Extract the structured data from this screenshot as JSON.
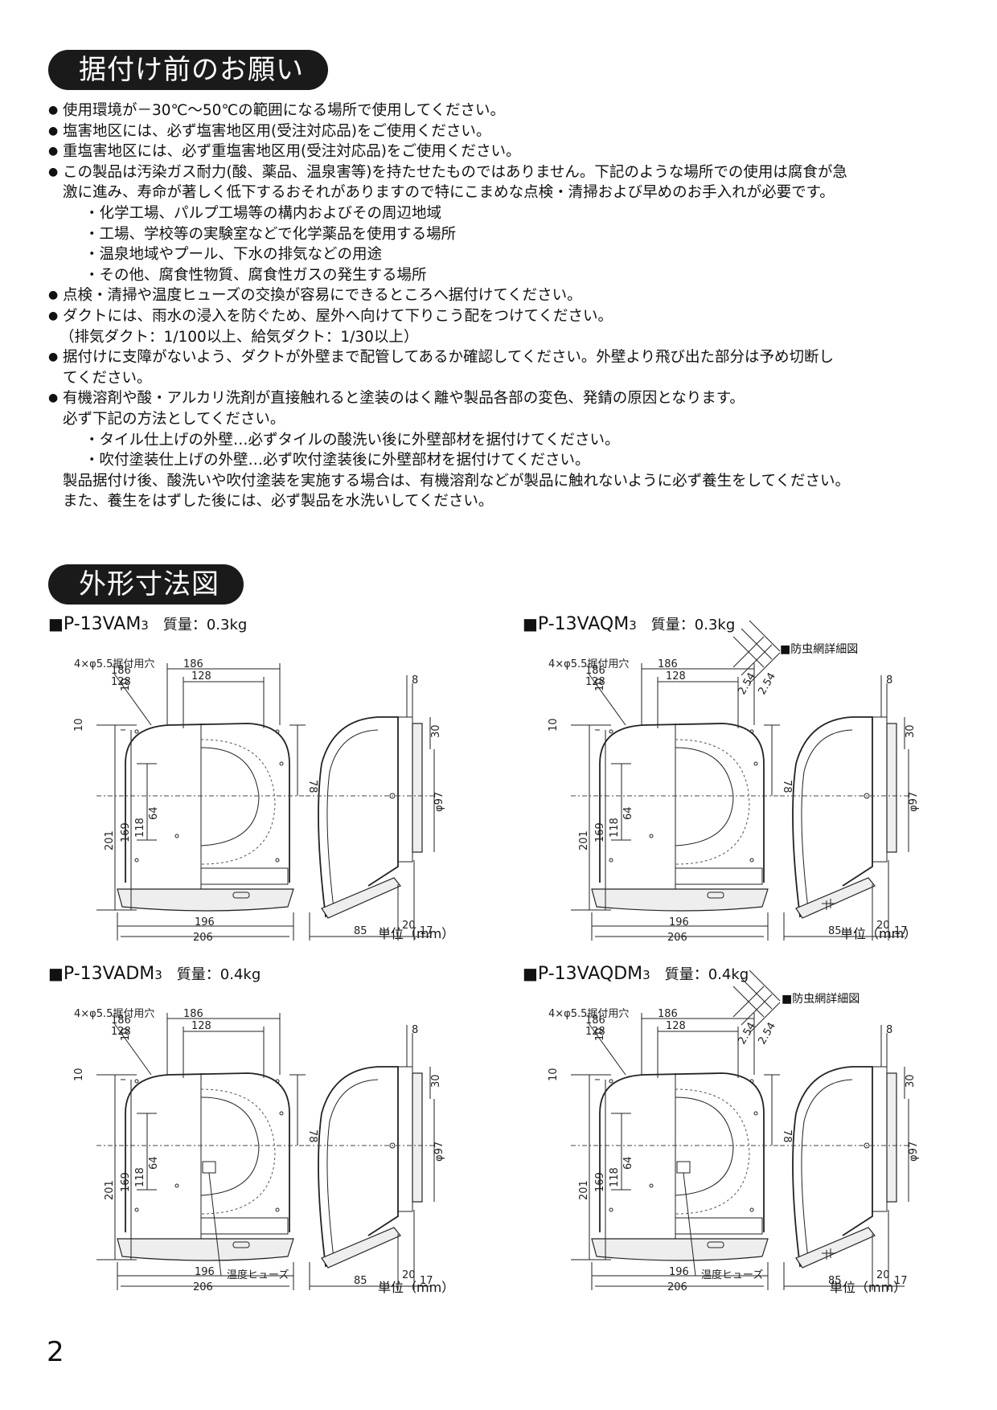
{
  "section1": {
    "title": "据付け前のお願い"
  },
  "notes": [
    {
      "cls": "b",
      "text": "使用環境が－30℃～50℃の範囲になる場所で使用してください。"
    },
    {
      "cls": "b",
      "text": "塩害地区には、必ず塩害地区用(受注対応品)をご使用ください。"
    },
    {
      "cls": "b",
      "text": "重塩害地区には、必ず重塩害地区用(受注対応品)をご使用ください。"
    },
    {
      "cls": "b",
      "text": "この製品は汚染ガス耐力(酸、薬品、温泉害等)を持たせたものではありません。下記のような場所での使用は腐食が急"
    },
    {
      "cls": "c",
      "text": "激に進み、寿命が著しく低下するおそれがありますので特にこまめな点検・清掃および早めのお手入れが必要です。"
    },
    {
      "cls": "s",
      "text": "・化学工場、パルプ工場等の構内およびその周辺地域"
    },
    {
      "cls": "s",
      "text": "・工場、学校等の実験室などで化学薬品を使用する場所"
    },
    {
      "cls": "s",
      "text": "・温泉地域やプール、下水の排気などの用途"
    },
    {
      "cls": "s",
      "text": "・その他、腐食性物質、腐食性ガスの発生する場所"
    },
    {
      "cls": "b",
      "text": "点検・清掃や温度ヒューズの交換が容易にできるところへ据付けてください。"
    },
    {
      "cls": "b",
      "text": "ダクトには、雨水の浸入を防ぐため、屋外へ向けて下りこう配をつけてください。"
    },
    {
      "cls": "p",
      "text": "（排気ダクト：1/100以上、給気ダクト：1/30以上）"
    },
    {
      "cls": "b",
      "text": "据付けに支障がないよう、ダクトが外壁まで配管してあるか確認してください。外壁より飛び出た部分は予め切断し"
    },
    {
      "cls": "c",
      "text": "てください。"
    },
    {
      "cls": "b",
      "text": "有機溶剤や酸・アルカリ洗剤が直接触れると塗装のはく離や製品各部の変色、発錆の原因となります。"
    },
    {
      "cls": "c",
      "text": "必ず下記の方法としてください。"
    },
    {
      "cls": "s",
      "text": "・タイル仕上げの外壁…必ずタイルの酸洗い後に外壁部材を据付けてください。"
    },
    {
      "cls": "s",
      "text": "・吹付塗装仕上げの外壁…必ず吹付塗装後に外壁部材を据付けてください。"
    },
    {
      "cls": "c",
      "text": "製品据付け後、酸洗いや吹付塗装を実施する場合は、有機溶剤などが製品に触れないように必ず養生をしてください。"
    },
    {
      "cls": "c",
      "text": "また、養生をはずした後には、必ず製品を水洗いしてください。"
    }
  ],
  "section2": {
    "title": "外形寸法図"
  },
  "marker": "■",
  "models": [
    {
      "name": "P-13VAM",
      "suffix": "3",
      "weight": "質量：0.3kg",
      "fuse": false,
      "detail": false
    },
    {
      "name": "P-13VAQM",
      "suffix": "3",
      "weight": "質量：0.3kg",
      "fuse": false,
      "detail": true
    },
    {
      "name": "P-13VADM",
      "suffix": "3",
      "weight": "質量：0.4kg",
      "fuse": true,
      "detail": false
    },
    {
      "name": "P-13VAQDM",
      "suffix": "3",
      "weight": "質量：0.4kg",
      "fuse": true,
      "detail": true
    }
  ],
  "labels": {
    "holes": "4×φ5.5据付用穴",
    "fuse": "温度ヒューズ",
    "unit": "単位（mm）",
    "detail_title": "■防虫網詳細図",
    "d186": "186",
    "d128": "128",
    "d10": "10",
    "d78": "78",
    "d64": "64",
    "d118": "118",
    "d169": "169",
    "d201": "201",
    "d196": "196",
    "d206": "206",
    "d8": "8",
    "d30": "30",
    "d97": "φ97",
    "d85": "85",
    "d20": "20",
    "d17": "17",
    "d254": "2.54"
  },
  "page_number": "2"
}
